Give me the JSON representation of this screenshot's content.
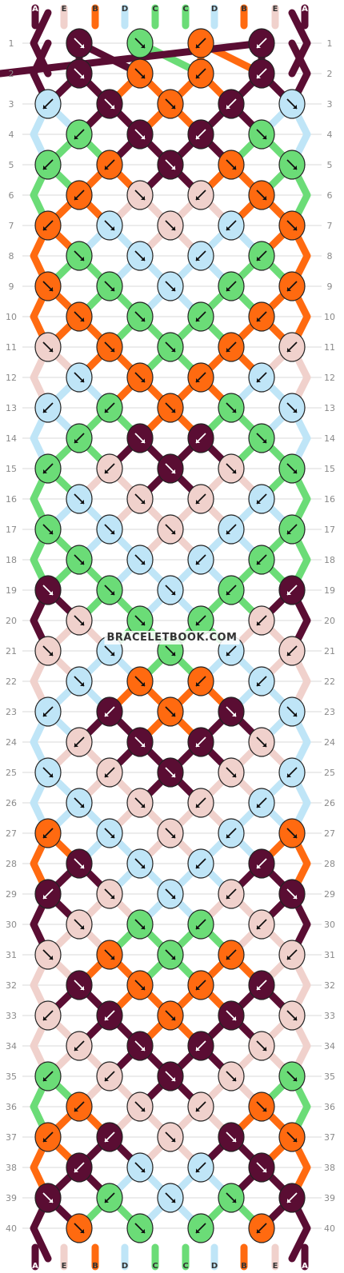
{
  "watermark": "BRACELETBOOK.COM",
  "colors": {
    "A": "#5a0d33",
    "B": "#ff6a10",
    "C": "#6bdc77",
    "D": "#bfe5f7",
    "E": "#f0d1cc"
  },
  "strands_top": [
    "A",
    "E",
    "B",
    "D",
    "C",
    "C",
    "D",
    "B",
    "E",
    "A"
  ],
  "strands_bottom": [
    "A",
    "E",
    "B",
    "D",
    "C",
    "C",
    "D",
    "B",
    "E",
    "A"
  ],
  "row_labels": [
    "1",
    "2",
    "3",
    "4",
    "5",
    "6",
    "7",
    "8",
    "9",
    "10",
    "11",
    "12",
    "13",
    "14",
    "15",
    "16",
    "17",
    "18",
    "19",
    "20",
    "21",
    "22",
    "23",
    "24",
    "25",
    "26",
    "27",
    "28",
    "29",
    "30",
    "31",
    "32",
    "33",
    "34",
    "35",
    "36",
    "37",
    "38",
    "39",
    "40"
  ],
  "knot_rows": [
    [
      "A:↘",
      "C:↘",
      "B:↙",
      "A:↙"
    ],
    [
      "A:↘",
      "B:↘",
      "B:↙",
      "A:↙"
    ],
    [
      "D:↙",
      "A:↘",
      "B:↘",
      "A:↙",
      "D:↘"
    ],
    [
      "C:↙",
      "A:↘",
      "A:↙",
      "C:↘"
    ],
    [
      "C:↙",
      "B:↙",
      "A:↘",
      "B:↘",
      "C:↘"
    ],
    [
      "B:↙",
      "E:↘",
      "E:↙",
      "B:↘"
    ],
    [
      "B:↙",
      "D:↘",
      "E:↘",
      "D:↙",
      "B:↘"
    ],
    [
      "C:↘",
      "D:↘",
      "D:↙",
      "C:↙"
    ],
    [
      "B:↘",
      "C:↘",
      "D:↘",
      "C:↙",
      "B:↙"
    ],
    [
      "B:↘",
      "C:↘",
      "C:↙",
      "B:↙"
    ],
    [
      "E:↘",
      "B:↘",
      "C:↘",
      "B:↙",
      "E:↙"
    ],
    [
      "D:↘",
      "B:↘",
      "B:↙",
      "D:↙"
    ],
    [
      "D:↙",
      "C:↙",
      "B:↘",
      "C:↘",
      "D:↘"
    ],
    [
      "C:↙",
      "A:↘",
      "A:↙",
      "C:↘"
    ],
    [
      "C:↙",
      "E:↙",
      "A:↘",
      "E:↘",
      "C:↘"
    ],
    [
      "D:↘",
      "E:↘",
      "E:↙",
      "D:↙"
    ],
    [
      "C:↘",
      "D:↘",
      "E:↘",
      "D:↙",
      "C:↙"
    ],
    [
      "C:↘",
      "D:↘",
      "D:↙",
      "C:↙"
    ],
    [
      "A:↘",
      "C:↘",
      "D:↘",
      "C:↙",
      "A:↙"
    ],
    [
      "E:↘",
      "C:↘",
      "C:↙",
      "E:↙"
    ],
    [
      "E:↘",
      "D:↘",
      "C:↘",
      "D:↙",
      "E:↙"
    ],
    [
      "D:↘",
      "B:↘",
      "B:↙",
      "D:↙"
    ],
    [
      "D:↙",
      "A:↙",
      "B:↘",
      "A:↘",
      "D:↘"
    ],
    [
      "E:↙",
      "A:↘",
      "A:↙",
      "E:↘"
    ],
    [
      "D:↘",
      "E:↙",
      "A:↘",
      "E:↘",
      "D:↙"
    ],
    [
      "D:↘",
      "E:↘",
      "E:↙",
      "D:↙"
    ],
    [
      "B:↙",
      "D:↘",
      "E:↘",
      "D:↙",
      "B:↘"
    ],
    [
      "A:↘",
      "D:↘",
      "D:↙",
      "A:↙"
    ],
    [
      "A:↙",
      "E:↘",
      "D:↘",
      "E:↙",
      "A:↘"
    ],
    [
      "E:↘",
      "C:↘",
      "C:↙",
      "E:↙"
    ],
    [
      "E:↘",
      "B:↘",
      "C:↘",
      "B:↙",
      "E:↙"
    ],
    [
      "A:↘",
      "B:↘",
      "B:↙",
      "A:↙"
    ],
    [
      "E:↙",
      "A:↙",
      "B:↘",
      "A:↘",
      "E:↘"
    ],
    [
      "E:↙",
      "A:↘",
      "A:↙",
      "E:↘"
    ],
    [
      "C:↙",
      "E:↙",
      "A:↘",
      "E:↘",
      "C:↘"
    ],
    [
      "B:↙",
      "E:↘",
      "E:↙",
      "B:↘"
    ],
    [
      "B:↙",
      "A:↙",
      "E:↘",
      "A:↘",
      "B:↘"
    ],
    [
      "A:↙",
      "D:↘",
      "D:↙",
      "A:↘"
    ],
    [
      "A:↘",
      "C:↙",
      "D:↘",
      "C:↘",
      "A:↙"
    ],
    [
      "B:↘",
      "C:↘",
      "C:↙",
      "B:↙"
    ]
  ]
}
